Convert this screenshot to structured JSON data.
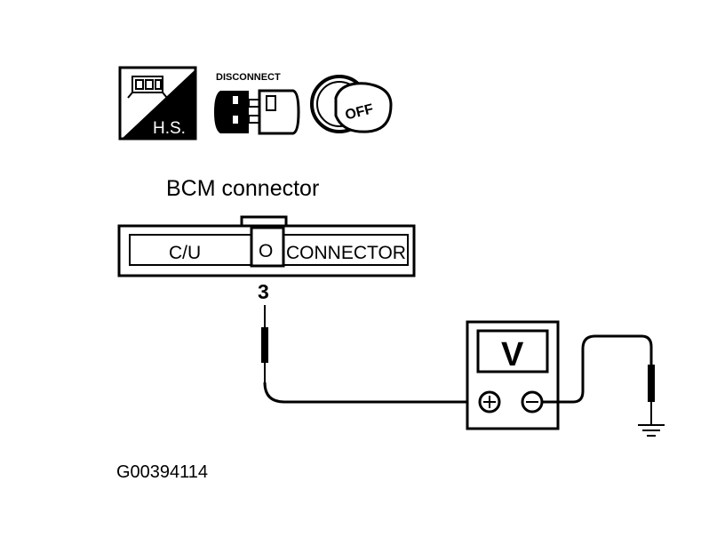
{
  "icons": {
    "harness_label": "H.S.",
    "disconnect_label": "DISCONNECT",
    "ignition_label": "OFF"
  },
  "connector": {
    "title": "BCM connector",
    "left_label": "C/U",
    "right_label": "CONNECTOR",
    "pin_number": "3"
  },
  "meter": {
    "display": "V",
    "positive_symbol": "+",
    "negative_symbol": "−"
  },
  "figure_id": "G00394114"
}
